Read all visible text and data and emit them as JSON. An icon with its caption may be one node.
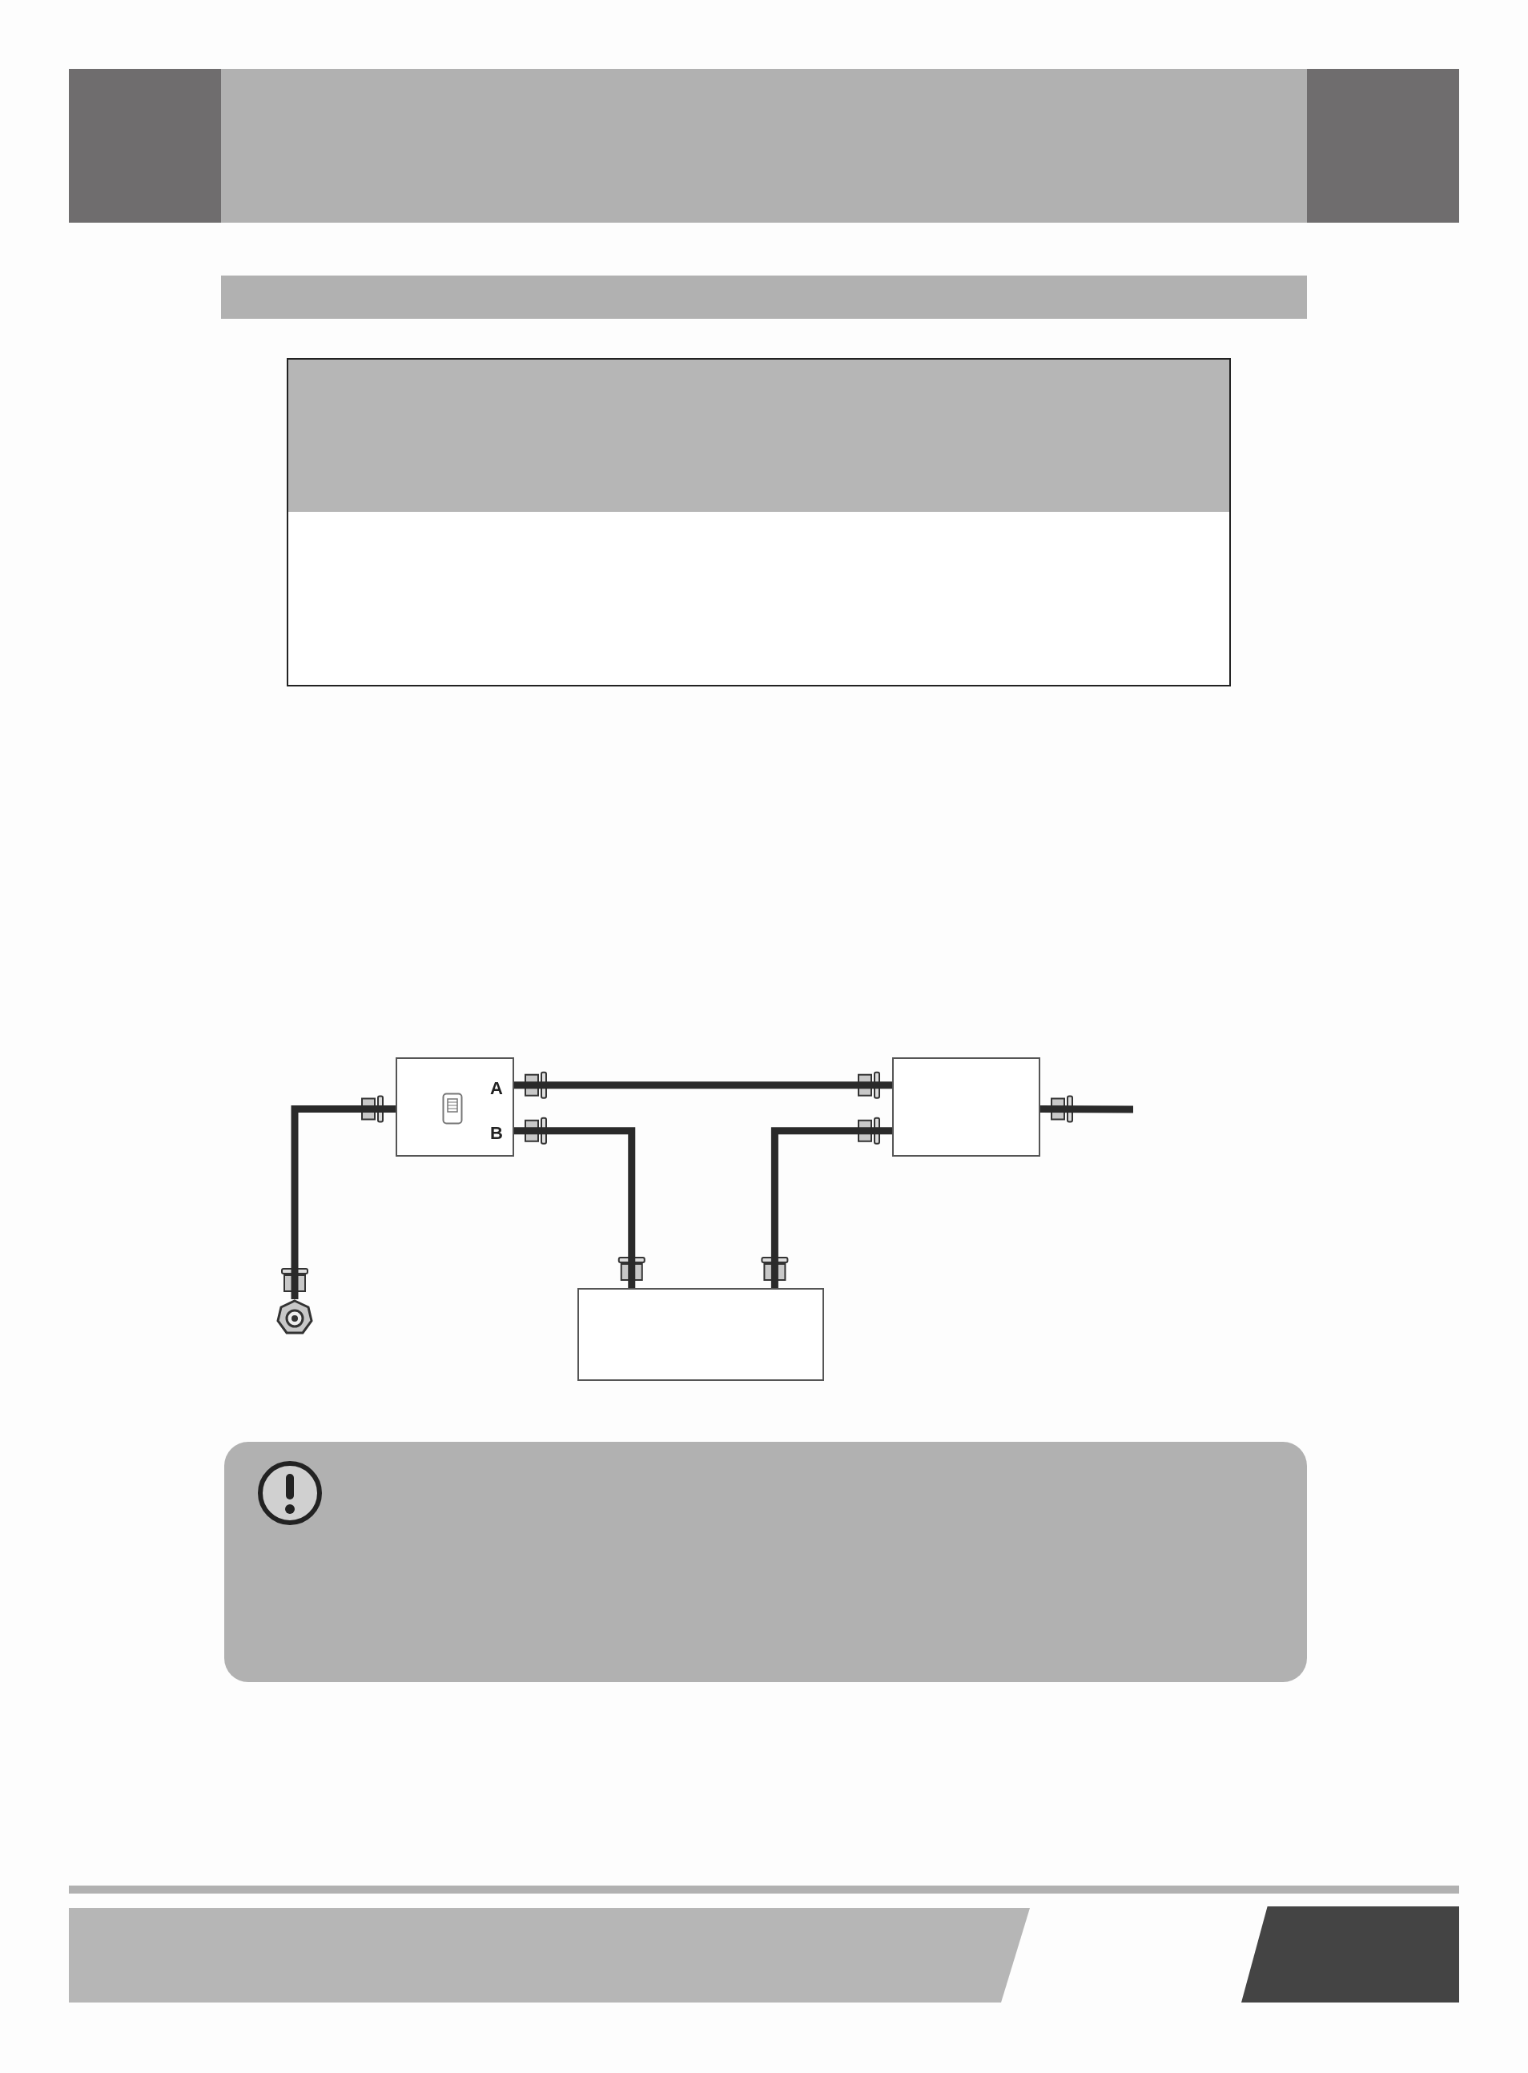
{
  "diagram": {
    "nodes": [
      {
        "text": [],
        "shape": "hexagon"
      },
      {
        "text": [
          "A",
          "B"
        ]
      },
      {
        "text": [],
        "shape": "box"
      },
      {
        "text": [],
        "shape": "box"
      }
    ],
    "edges": [
      {
        "from": 0,
        "to": 1,
        "arrow": "none"
      },
      {
        "from": 1,
        "to": 2,
        "arrow": "none"
      },
      {
        "from": 1,
        "to": 3,
        "arrow": "none"
      },
      {
        "from": 3,
        "to": 2,
        "arrow": "none"
      },
      {
        "from": 2,
        "to": null,
        "arrow": "none"
      }
    ]
  }
}
